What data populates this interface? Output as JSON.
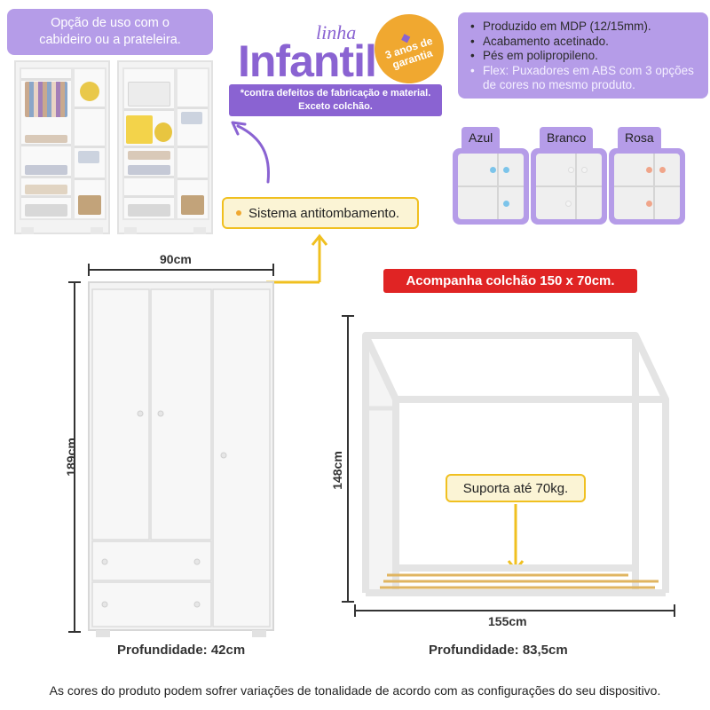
{
  "usage_banner": {
    "line1": "Opção de uso com o",
    "line2": "cabideiro ou a prateleira."
  },
  "title": {
    "linha": "linha",
    "infantil": "Infantil"
  },
  "guarantee": {
    "text1": "3 anos de",
    "text2": "garantia"
  },
  "disclaimer": {
    "line1": "*contra defeitos de fabricação e material.",
    "line2": "Exceto colchão."
  },
  "features": [
    "Produzido em MDP (12/15mm).",
    "Acabamento acetinado.",
    "Pés em polipropileno.",
    "Flex: Puxadores em ABS com 3 opções de cores no mesmo produto."
  ],
  "color_options": [
    {
      "label": "Azul",
      "knob_color": "#7cc4ea"
    },
    {
      "label": "Branco",
      "knob_color": "#f4f4f4"
    },
    {
      "label": "Rosa",
      "knob_color": "#f0a58a"
    }
  ],
  "anti_tip": "Sistema antitombamento.",
  "wardrobe": {
    "width": "90cm",
    "height": "189cm",
    "depth": "Profundidade: 42cm"
  },
  "bed": {
    "mattress": "Acompanha colchão 150 x 70cm.",
    "support": "Suporta até 70kg.",
    "width": "155cm",
    "height": "148cm",
    "depth": "Profundidade: 83,5cm"
  },
  "footer": "As cores do produto podem sofrer variações de tonalidade de acordo com as configurações do seu dispositivo.",
  "colors": {
    "purple": "#8a63d2",
    "lilac": "#b59ce8",
    "orange": "#f0a830",
    "red": "#e02424",
    "yellow": "#f0c020"
  }
}
